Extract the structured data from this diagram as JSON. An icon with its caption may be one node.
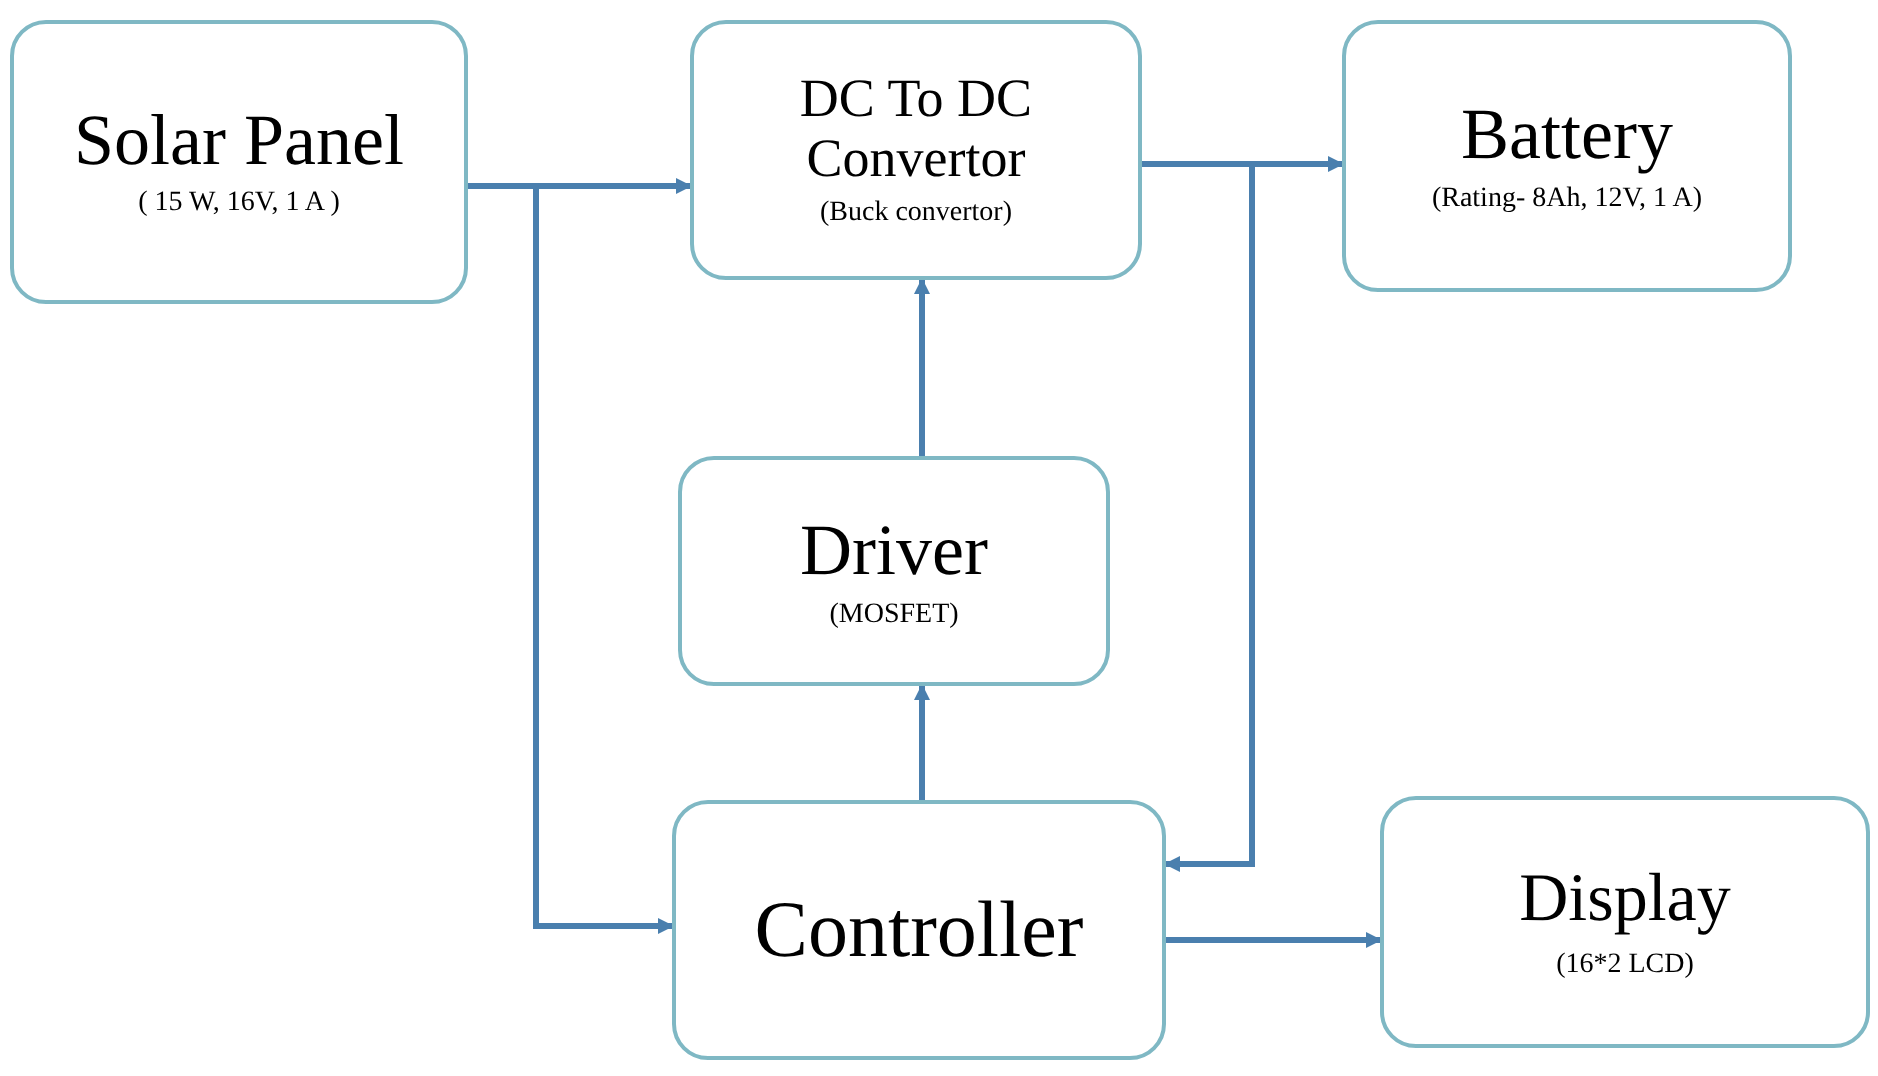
{
  "diagram": {
    "nodes": [
      {
        "text": [
          "Solar Panel",
          "( 15 W, 16V, 1 A )"
        ]
      },
      {
        "text": [
          "DC To DC Convertor",
          "(Buck convertor)"
        ]
      },
      {
        "text": [
          "Battery",
          "(Rating- 8Ah, 12V, 1 A)"
        ]
      },
      {
        "text": [
          "Driver",
          "(MOSFET)"
        ]
      },
      {
        "text": [
          "Controller"
        ]
      },
      {
        "text": [
          "Display",
          "(16*2 LCD)"
        ]
      }
    ],
    "edges": [
      {
        "from": 0,
        "to": 1,
        "arrow": "to"
      },
      {
        "from": 0,
        "to": 4,
        "arrow": "to"
      },
      {
        "from": 1,
        "to": 2,
        "arrow": "to"
      },
      {
        "from": 1,
        "to": 4,
        "arrow": "to"
      },
      {
        "from": 3,
        "to": 1,
        "arrow": "to"
      },
      {
        "from": 4,
        "to": 3,
        "arrow": "to"
      },
      {
        "from": 4,
        "to": 5,
        "arrow": "to"
      }
    ]
  }
}
